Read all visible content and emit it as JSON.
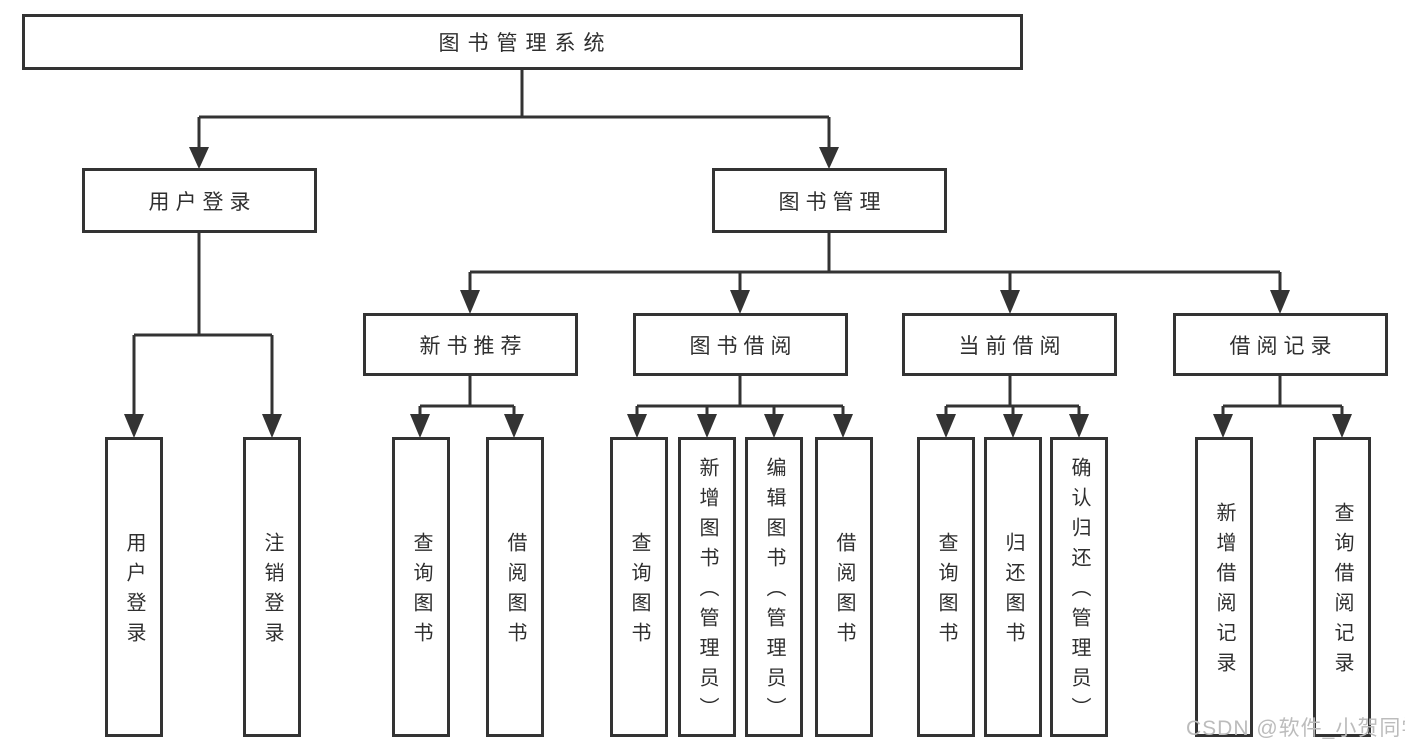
{
  "structure": {
    "root": "图书管理系统",
    "children": [
      {
        "label": "用户登录",
        "children": [
          "用户登录",
          "注销登录"
        ]
      },
      {
        "label": "图书管理",
        "children": [
          {
            "label": "新书推荐",
            "children": [
              "查询图书",
              "借阅图书"
            ]
          },
          {
            "label": "图书借阅",
            "children": [
              "查询图书",
              "新增图书（管理员）",
              "编辑图书（管理员）",
              "借阅图书"
            ]
          },
          {
            "label": "当前借阅",
            "children": [
              "查询图书",
              "归还图书",
              "确认归还（管理员）"
            ]
          },
          {
            "label": "借阅记录",
            "children": [
              "新增借阅记录",
              "查询借阅记录"
            ]
          }
        ]
      }
    ]
  },
  "watermark": {
    "text": "CSDN @软件_小贺同学"
  },
  "colors": {
    "line": "#333333",
    "text": "#2f2f2f",
    "node_background": "#ffffff",
    "watermark": "#bcbcbc"
  }
}
